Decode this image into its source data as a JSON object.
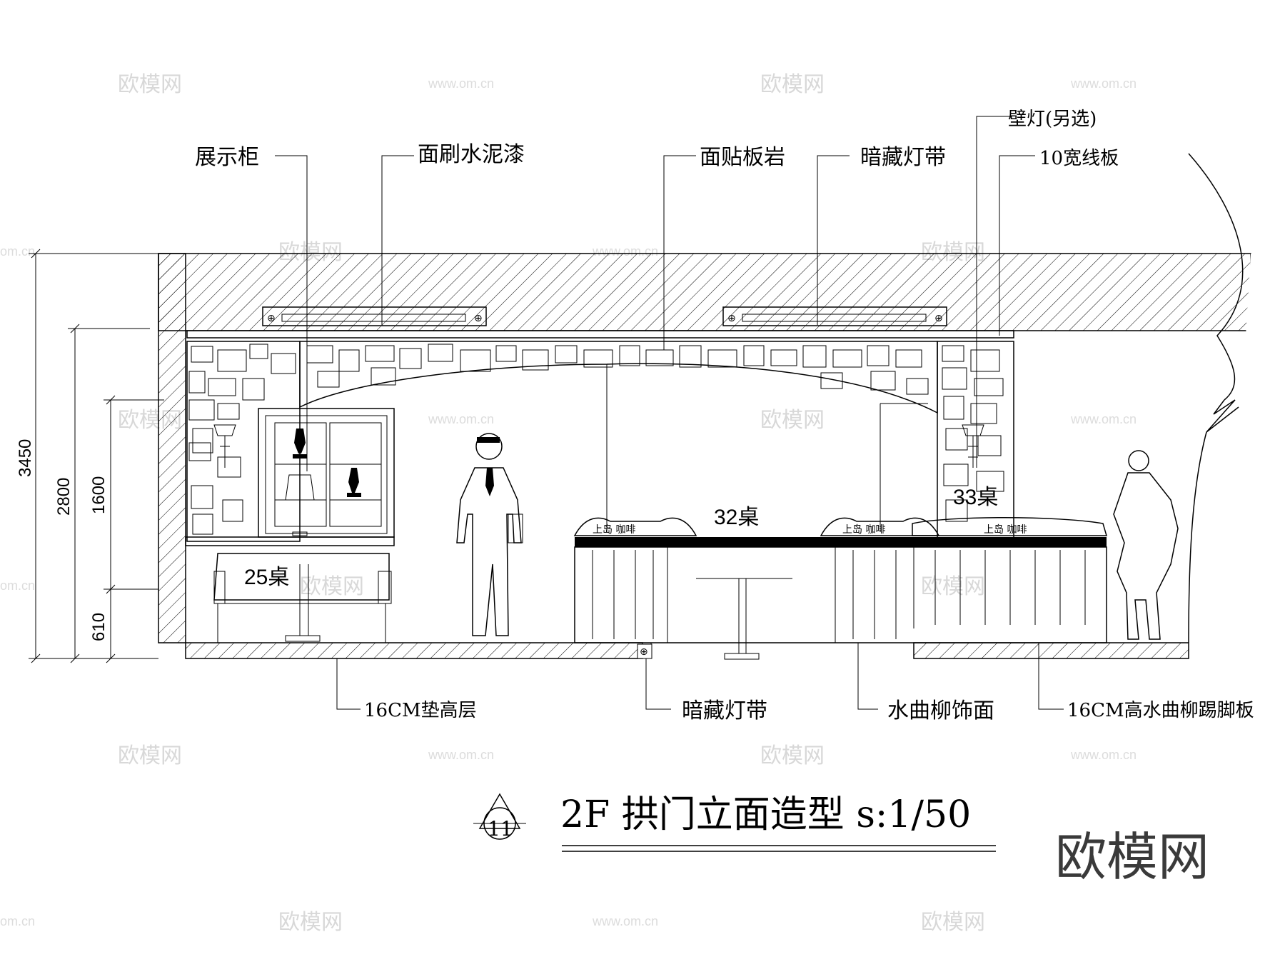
{
  "drawing": {
    "title": "2F  拱门立面造型  s:1/50",
    "section_number": "11",
    "logo_mark": "欧模网",
    "watermark_text": "欧模网",
    "watermark_url": "www.om.cn",
    "watermark_url_short": "om.cn"
  },
  "callouts_top": {
    "display_cabinet": "展示柜",
    "cement_paint": "面刷水泥漆",
    "slate_veneer": "面贴板岩",
    "hidden_light_strip": "暗藏灯带",
    "wall_lamp": "壁灯(另选)",
    "line_board": "10宽线板"
  },
  "callouts_bottom": {
    "raised_layer": "16CM垫高层",
    "hidden_light_strip": "暗藏灯带",
    "ash_veneer": "水曲柳饰面",
    "ash_skirting": "16CM高水曲柳踢脚板"
  },
  "dimensions": {
    "total_height": "3450",
    "ceiling_height": "2800",
    "upper_height": "1600",
    "lower_height": "610"
  },
  "tables": {
    "table_25": "25桌",
    "table_32": "32桌",
    "table_33": "33桌"
  },
  "booth_signs": {
    "sign_left": "上岛 咖啡",
    "sign_mid": "上岛 咖啡",
    "sign_right": "上岛 咖啡"
  },
  "colors": {
    "line": "#000000",
    "watermark": "#d8d8d8",
    "logo": "#3a3a3a"
  }
}
